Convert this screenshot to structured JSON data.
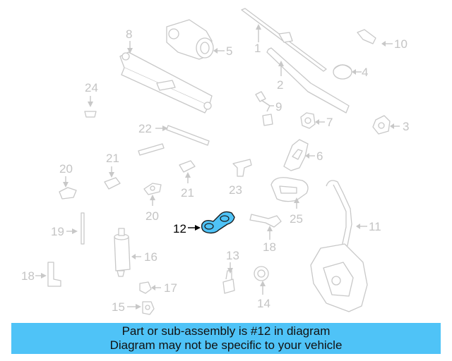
{
  "diagram": {
    "highlight_color": "#4fc3f7",
    "part_numbers": {
      "p1": "1",
      "p2": "2",
      "p3": "3",
      "p4": "4",
      "p5": "5",
      "p6": "6",
      "p7": "7",
      "p8": "8",
      "p9": "9",
      "p10": "10",
      "p11": "11",
      "p12": "12",
      "p13": "13",
      "p14": "14",
      "p15": "15",
      "p16": "16",
      "p17": "17",
      "p18a": "18",
      "p18b": "18",
      "p19": "19",
      "p20a": "20",
      "p20b": "20",
      "p21a": "21",
      "p21b": "21",
      "p22": "22",
      "p23": "23",
      "p24": "24",
      "p25": "25"
    }
  },
  "caption": {
    "line1": "Part or sub-assembly is #12 in diagram",
    "line2": "Diagram may not be specific to your vehicle",
    "background": "#4fc3f7"
  }
}
